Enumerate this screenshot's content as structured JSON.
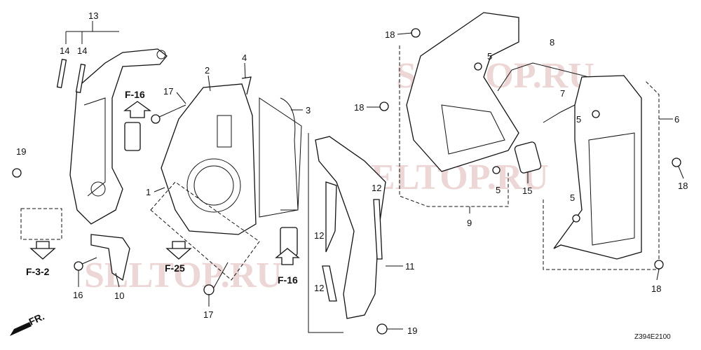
{
  "diagram": {
    "callouts": {
      "c13": "13",
      "c14a": "14",
      "c14b": "14",
      "c19a": "19",
      "c2": "2",
      "c4": "4",
      "c17a": "17",
      "c3": "3",
      "c1": "1",
      "c16": "16",
      "c10": "10",
      "c17b": "17",
      "c12a": "12",
      "c12b": "12",
      "c12c": "12",
      "c11": "11",
      "c19b": "19",
      "c18a": "18",
      "c18b": "18",
      "c5a": "5",
      "c8": "8",
      "c7": "7",
      "c5b": "5",
      "c6": "6",
      "c9": "9",
      "c5c": "5",
      "c15": "15",
      "c18c": "18",
      "c5d": "5",
      "c18d": "18"
    },
    "references": {
      "f16a": "F-16",
      "f16b": "F-16",
      "f25": "F-25",
      "f32": "F-3-2"
    },
    "front_indicator": "FR.",
    "diagram_code": "Z394E2100",
    "watermark": "SELTOP.RU"
  }
}
